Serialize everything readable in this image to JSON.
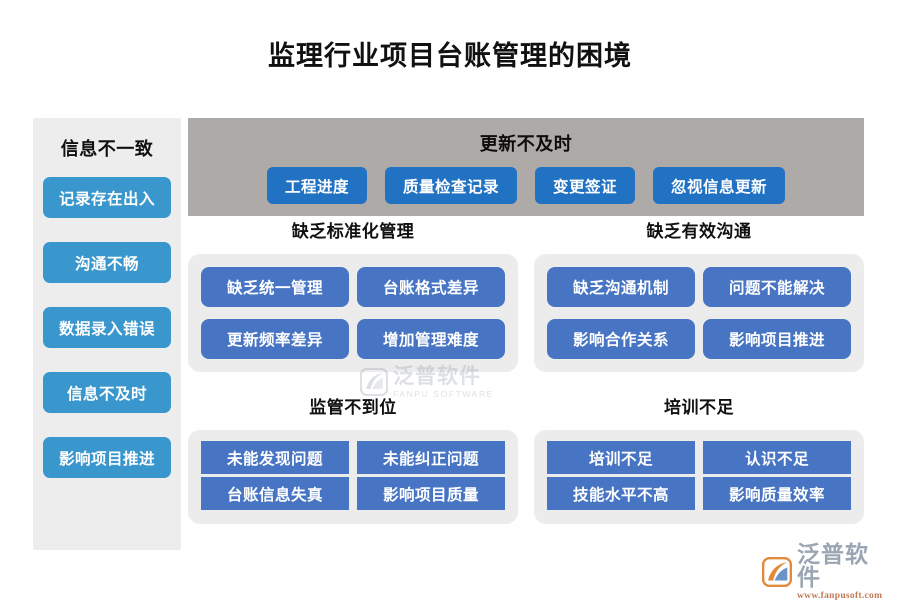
{
  "title": "监理行业项目台账管理的困境",
  "colors": {
    "sidebar_panel_bg": "#ededed",
    "sidebar_button": "#3a97cd",
    "topband_bg": "#aeaaa7",
    "topband_button": "#2172c3",
    "quad_panel_bg": "#ececec",
    "quad_button": "#4775c3",
    "title_text": "#111111",
    "logo_text": "#9aa6b4",
    "logo_url": "#c07a55"
  },
  "sidebar": {
    "title": "信息不一致",
    "items": [
      {
        "label": "记录存在出入"
      },
      {
        "label": "沟通不畅"
      },
      {
        "label": "数据录入错误"
      },
      {
        "label": "信息不及时"
      },
      {
        "label": "影响项目推进"
      }
    ]
  },
  "topband": {
    "title": "更新不及时",
    "items": [
      {
        "label": "工程进度"
      },
      {
        "label": "质量检查记录"
      },
      {
        "label": "变更签证"
      },
      {
        "label": "忽视信息更新"
      }
    ]
  },
  "quadrants": [
    {
      "title": "缺乏标准化管理",
      "items": [
        "缺乏统一管理",
        "台账格式差异",
        "更新频率差异",
        "增加管理难度"
      ]
    },
    {
      "title": "缺乏有效沟通",
      "items": [
        "缺乏沟通机制",
        "问题不能解决",
        "影响合作关系",
        "影响项目推进"
      ]
    },
    {
      "title": "监管不到位",
      "items": [
        "未能发现问题",
        "未能纠正问题",
        "台账信息失真",
        "影响项目质量"
      ]
    },
    {
      "title": "培训不足",
      "items": [
        "培训不足",
        "认识不足",
        "技能水平不高",
        "影响质量效率"
      ]
    }
  ],
  "watermark": {
    "cn": "泛普软件",
    "en": "FANPU SOFTWARE"
  },
  "logo": {
    "cn": "泛普软件",
    "url": "www.fanpusoft.com"
  }
}
